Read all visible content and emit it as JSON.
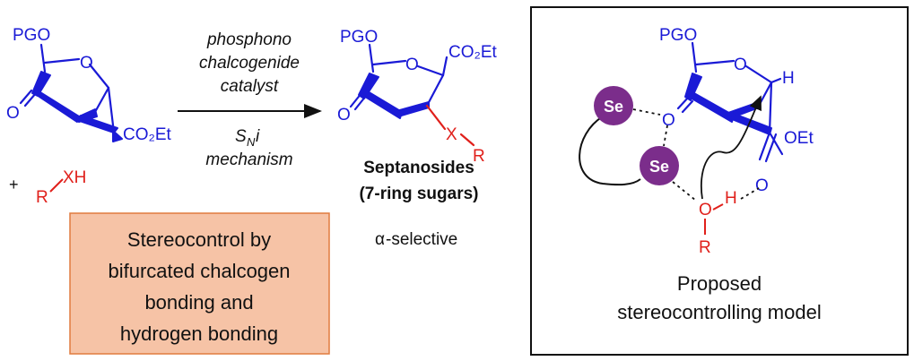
{
  "colors": {
    "blue": "#1a1ad6",
    "red": "#e0201b",
    "black": "#111111",
    "purple": "#7b2d8b",
    "box_fill": "#f6c3a6",
    "box_border": "#e07b3f"
  },
  "reactant": {
    "pgo": "PGO",
    "ring_o": "O",
    "ketone_o": "O",
    "ester": "CO₂Et"
  },
  "nucleophile": {
    "plus": "+",
    "r": "R",
    "xh": "XH"
  },
  "conditions": {
    "line1": "phosphono",
    "line2": "chalcogenide",
    "line3": "catalyst",
    "sni_s": "S",
    "sni_n": "N",
    "sni_i": "i",
    "line5": "mechanism"
  },
  "product": {
    "pgo": "PGO",
    "ring_o": "O",
    "ketone_o": "O",
    "ester": "CO₂Et",
    "x": "X",
    "r": "R",
    "name": "Septanosides",
    "subtitle": "(7-ring sugars)",
    "alpha": "α",
    "selectivity": "-selective"
  },
  "summary_box": {
    "line1": "Stereocontrol by",
    "line2": "bifurcated chalcogen",
    "line3": "bonding and",
    "line4": "hydrogen bonding"
  },
  "model": {
    "pgo": "PGO",
    "ring_o": "O",
    "h": "H",
    "carbonyl_o": "O",
    "oet": "OEt",
    "ester_o": "O",
    "se1": "Se",
    "se2": "Se",
    "nuc_o": "O",
    "nuc_h": "H",
    "nuc_r": "R",
    "caption1": "Proposed",
    "caption2": "stereocontrolling model"
  }
}
